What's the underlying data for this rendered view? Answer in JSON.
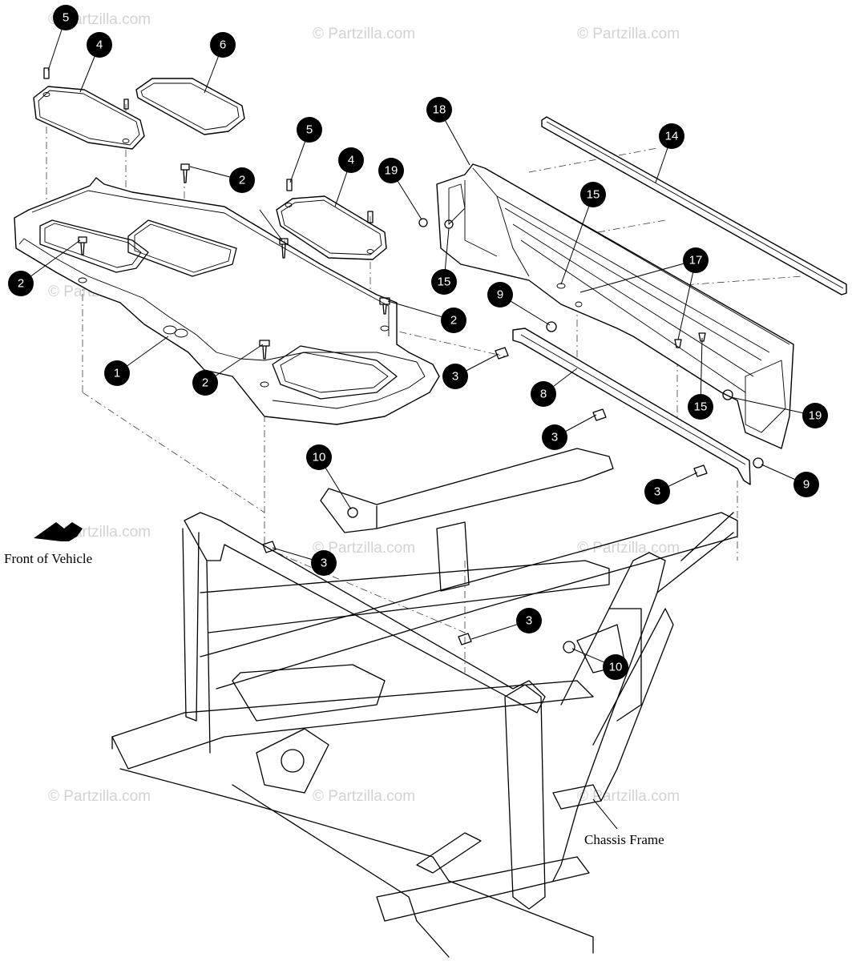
{
  "watermark": "© Partzilla.com",
  "labels": {
    "front_of_vehicle": "Front of Vehicle",
    "chassis_frame": "Chassis Frame"
  },
  "callouts": [
    "1",
    "2",
    "3",
    "4",
    "5",
    "6",
    "8",
    "9",
    "10",
    "14",
    "15",
    "17",
    "18",
    "19"
  ]
}
